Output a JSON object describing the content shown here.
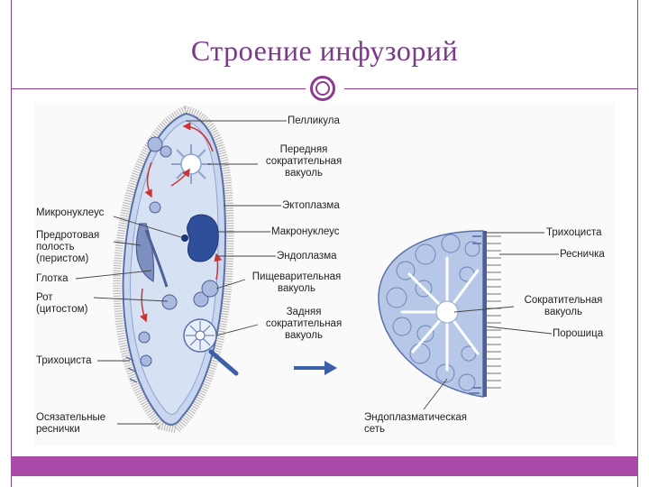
{
  "slide": {
    "title": "Строение инфузорий",
    "colors": {
      "accent": "#8e3b8f",
      "bar": "#a94aa9",
      "cell_fill": "#c9d6ef",
      "cell_outline": "#5a6fa8",
      "arrow": "#3b5fa8",
      "red_arrow": "#cc3333"
    }
  },
  "labels": {
    "pellicle": "Пелликула",
    "front_vacuole": "Передняя\nсократительная\nвакуоль",
    "ectoplasm": "Эктоплазма",
    "macronucleus": "Макронуклеус",
    "endoplasm": "Эндоплазма",
    "digestive_vacuole": "Пищеварительная\nвакуоль",
    "rear_vacuole": "Задняя\nсократительная\nвакуоль",
    "micronucleus": "Микронуклеус",
    "peristome": "Предротовая\nполость\n(перистом)",
    "pharynx": "Глотка",
    "mouth": "Рот\n(цитостом)",
    "trichocyst_left": "Трихоциста",
    "tactile_cilia": "Осязательные\nреснички",
    "trichocyst_right": "Трихоциста",
    "cilium": "Ресничка",
    "contractile_vacuole": "Сократительная\nвакуоль",
    "pore": "Порошица",
    "endoplasmic_network": "Эндоплазматическая\nсеть"
  }
}
